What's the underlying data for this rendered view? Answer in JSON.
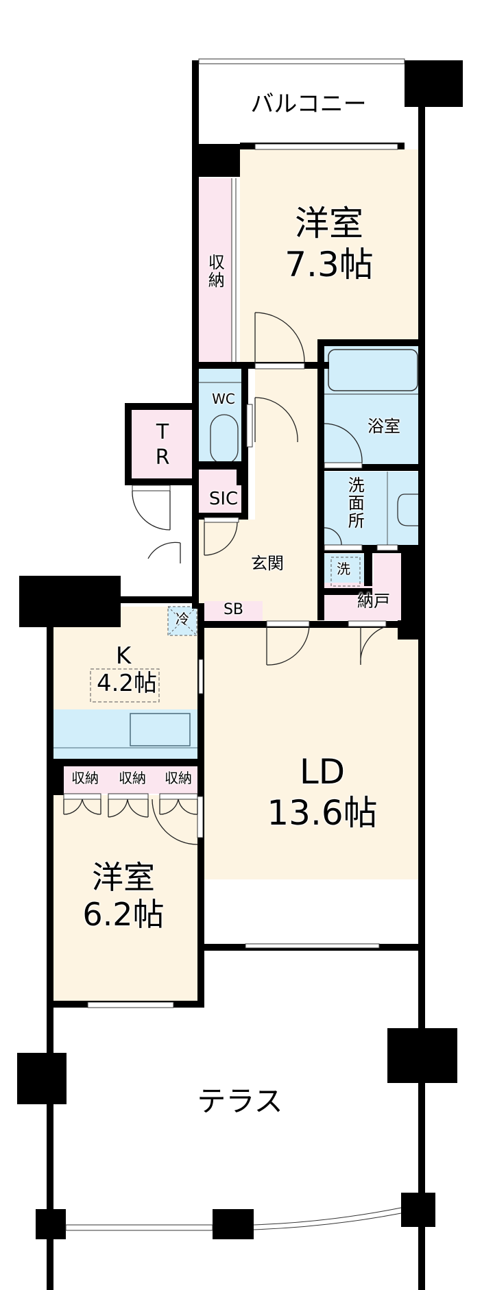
{
  "floorplan": {
    "colors": {
      "room_fill": "#fdf4e2",
      "wet_area_fill": "#d2eefa",
      "storage_fill": "#fbe6ef",
      "wall": "#000000",
      "outdoor": "#ffffff"
    },
    "rooms": {
      "balcony": {
        "label": "バルコニー"
      },
      "western_room_1": {
        "name": "洋室",
        "size": "7.3帖"
      },
      "closet_1": {
        "label": "収納"
      },
      "wc": {
        "label": "WC"
      },
      "tr": {
        "label_top": "T",
        "label_bottom": "R"
      },
      "sic": {
        "label": "SIC"
      },
      "bathroom": {
        "label": "浴室"
      },
      "washroom": {
        "label": "洗面所"
      },
      "washer": {
        "label": "洗"
      },
      "entrance": {
        "label": "玄関"
      },
      "shoe_box": {
        "label": "SB"
      },
      "storeroom": {
        "label": "納戸"
      },
      "fridge": {
        "label": "冷"
      },
      "kitchen": {
        "name": "K",
        "size": "4.2帖"
      },
      "ld": {
        "name": "LD",
        "size": "13.6帖"
      },
      "closets_row": [
        {
          "label": "収納"
        },
        {
          "label": "収納"
        },
        {
          "label": "収納"
        }
      ],
      "western_room_2": {
        "name": "洋室",
        "size": "6.2帖"
      },
      "terrace": {
        "label": "テラス"
      }
    }
  }
}
